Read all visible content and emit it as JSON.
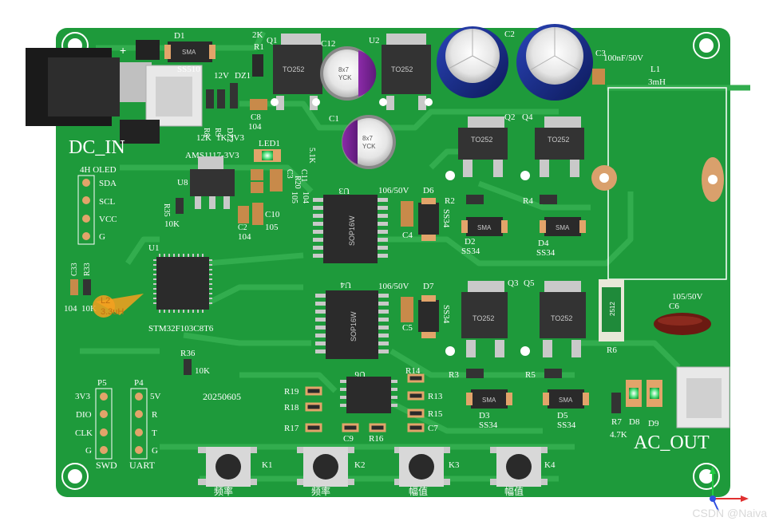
{
  "board": {
    "title_dc_in": "DC_IN",
    "title_ac_out": "AC_OUT",
    "date_code": "20250605",
    "plus_sign": "+"
  },
  "labels": {
    "D1": "D1",
    "SS510": "SS510",
    "SMA": "SMA",
    "R1": "R1",
    "2K": "2K",
    "Q1": "Q1",
    "C12": "C12",
    "U2": "U2",
    "C2": "C2",
    "C3": "C3",
    "100nF50V": "100nF/50V",
    "L1": "L1",
    "3mH": "3mH",
    "12V": "12V",
    "DZ1": "DZ1",
    "R8": "R8",
    "R9": "R9",
    "DZ2": "DZ2",
    "12K": "12K",
    "1K": "1K",
    "3V3": "3V3",
    "C8": "C8",
    "104": "104",
    "C1": "C1",
    "TO252": "TO252",
    "cap_8x7": "8x7",
    "cap_YCK": "YCK",
    "Q2": "Q2",
    "Q4": "Q4",
    "Q3": "Q3",
    "Q5": "Q5",
    "AMS1117": "AMS1117-3V3",
    "LED1": "LED1",
    "R20": "R20",
    "5_1K": "5.1K",
    "C11": "C11",
    "C3b": "C3",
    "105": "105",
    "U8": "U8",
    "4H_OLED": "4H OLED",
    "SDA": "SDA",
    "SCL": "SCL",
    "VCC": "VCC",
    "G": "G",
    "R35": "R35",
    "10K": "10K",
    "C2b": "C2",
    "C10": "C10",
    "U3": "U3",
    "U4": "U4",
    "SOP16W": "SOP16W",
    "106_50V": "106/50V",
    "D6": "D6",
    "D7": "D7",
    "C4": "C4",
    "C5": "C5",
    "SS34": "SS34",
    "R2": "R2",
    "R4": "R4",
    "R3": "R3",
    "R5": "R5",
    "D2": "D2",
    "D4": "D4",
    "D3": "D3",
    "D5": "D5",
    "U1": "U1",
    "MCU": "STM32F103C8T6",
    "C33": "C33",
    "R33": "R33",
    "10K2": "10K",
    "L2": "L2",
    "3_3uH": "3.3uH",
    "R6": "R6",
    "R6_value": "2512",
    "C6": "C6",
    "105_50V": "105/50V",
    "R7": "R7",
    "D8": "D8",
    "D9": "D9",
    "4_7K": "4.7K",
    "R36": "R36",
    "U6": "U6",
    "R14": "R14",
    "R13": "R13",
    "R15": "R15",
    "R19": "R19",
    "R18": "R18",
    "R17": "R17",
    "C7": "C7",
    "C9": "C9",
    "R16": "R16",
    "P5": "P5",
    "P4": "P4",
    "SWD": "SWD",
    "UART": "UART",
    "3V3b": "3V3",
    "DIO": "DIO",
    "CLK": "CLK",
    "5V": "5V",
    "R": "R",
    "T": "T",
    "K1": "K1",
    "K2": "K2",
    "K3": "K3",
    "K4": "K4",
    "K1_label": "频率",
    "K2_label": "频率",
    "K3_label": "幅值",
    "K4_label": "幅值"
  },
  "watermark": "CSDN @Naiva",
  "colors": {
    "pcb": "#1f9a3c",
    "trace": "#2ea94a",
    "silk": "#ffffff",
    "pad": "#e2a46a",
    "chip": "#2a2a2a",
    "cap_top": "#1a2f8c"
  },
  "icons": [
    "axes-gizmo-icon",
    "mounting-hole-icon"
  ]
}
